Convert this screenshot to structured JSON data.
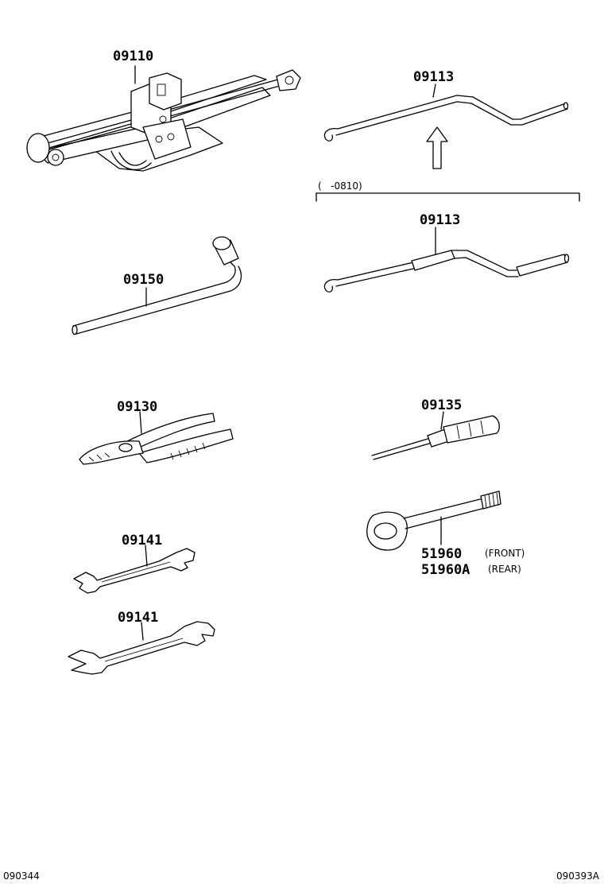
{
  "parts": {
    "jack": "09110",
    "jack_handle_upper": "09113",
    "jack_handle_lower": "09113",
    "lug_wrench": "09150",
    "pliers": "09130",
    "screwdriver": "09135",
    "wrench_small": "09141",
    "wrench_large": "09141",
    "towing_eye_front": "51960",
    "towing_eye_front_note": "(FRONT)",
    "towing_eye_rear": "51960A",
    "towing_eye_rear_note": "(REAR)"
  },
  "date_range_label": "(   -0810)",
  "footer": {
    "left_code": "090344",
    "right_code": "090393A"
  }
}
